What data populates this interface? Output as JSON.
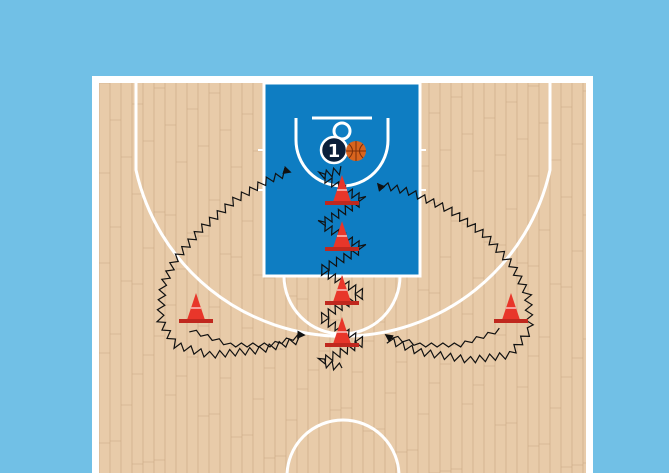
{
  "colors": {
    "background": "#71c0e6",
    "floor": "#e8cba9",
    "floor_plank_line": "#c9a883",
    "court_line": "#ffffff",
    "paint": "#0e7dc2",
    "cone": "#e8362a",
    "cone_base": "#c0281e",
    "dribble_path": "#111111",
    "ball": "#d8641e",
    "player_fill": "#0b1f3a"
  },
  "player": {
    "number": "1",
    "icon": "player-marker-icon"
  },
  "ball": {
    "icon": "basketball-icon"
  },
  "cones": [
    {
      "name": "cone-paint-top",
      "icon": "cone-icon"
    },
    {
      "name": "cone-paint-mid",
      "icon": "cone-icon"
    },
    {
      "name": "cone-free-throw",
      "icon": "cone-icon"
    },
    {
      "name": "cone-top-key",
      "icon": "cone-icon"
    },
    {
      "name": "cone-left-wing",
      "icon": "cone-icon"
    },
    {
      "name": "cone-right-wing",
      "icon": "cone-icon"
    }
  ]
}
